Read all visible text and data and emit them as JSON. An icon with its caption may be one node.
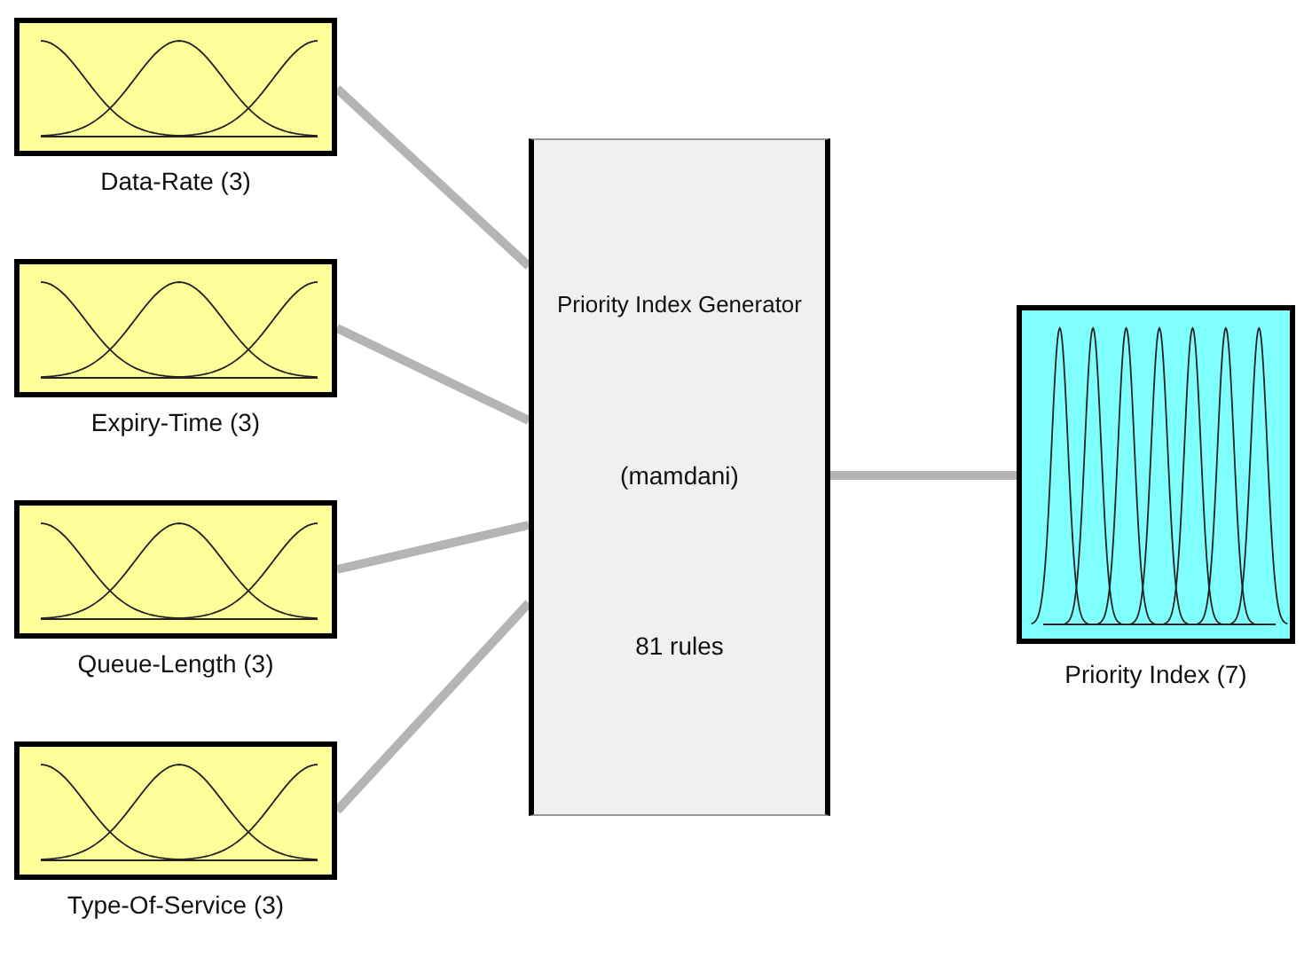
{
  "diagram": {
    "nodes": [
      {
        "text": [
          "Data-Rate (3)"
        ]
      },
      {
        "text": [
          "Expiry-Time (3)"
        ]
      },
      {
        "text": [
          "Queue-Length (3)"
        ]
      },
      {
        "text": [
          "Type-Of-Service (3)"
        ]
      },
      {
        "text": [
          "Priority Index Generator",
          "(mamdani)",
          "81 rules"
        ]
      },
      {
        "text": [
          "Priority Index (7)"
        ]
      }
    ],
    "edges": [
      {
        "from": 0,
        "to": 4,
        "arrow": "none"
      },
      {
        "from": 1,
        "to": 4,
        "arrow": "none"
      },
      {
        "from": 2,
        "to": 4,
        "arrow": "none"
      },
      {
        "from": 3,
        "to": 4,
        "arrow": "none"
      },
      {
        "from": 4,
        "to": 5,
        "arrow": "none"
      }
    ]
  }
}
